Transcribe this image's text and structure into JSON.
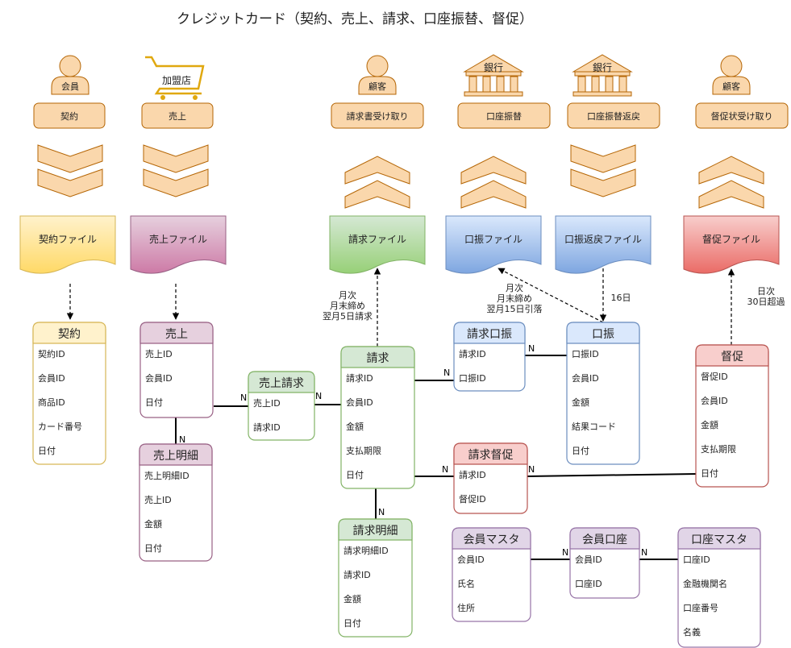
{
  "title": "クレジットカード（契約、売上、請求、口座振替、督促）",
  "actors": {
    "member": "会員",
    "store": "加盟店",
    "customer1": "顧客",
    "bank1": "銀行",
    "bank2": "銀行",
    "customer2": "顧客"
  },
  "processes": {
    "contract": "契約",
    "sales": "売上",
    "billing_receipt": "請求書受け取り",
    "transfer": "口座振替",
    "transfer_return": "口座振替返戻",
    "dunning_receipt": "督促状受け取り"
  },
  "files": {
    "contract": "契約ファイル",
    "sales": "売上ファイル",
    "billing": "請求ファイル",
    "transfer": "口振ファイル",
    "transfer_return": "口振返戻ファイル",
    "dunning": "督促ファイル"
  },
  "notes": {
    "billing": [
      "月次",
      "月末締め",
      "翌月5日請求"
    ],
    "transfer": [
      "月次",
      "月末締め",
      "翌月15日引落"
    ],
    "return": [
      "16日"
    ],
    "dunning": [
      "日次",
      "30日超過"
    ]
  },
  "cardinality": "N",
  "entities": {
    "contract": {
      "name": "契約",
      "fields": [
        "契約ID",
        "会員ID",
        "商品ID",
        "カード番号",
        "日付"
      ]
    },
    "sales": {
      "name": "売上",
      "fields": [
        "売上ID",
        "会員ID",
        "日付"
      ]
    },
    "sales_detail": {
      "name": "売上明細",
      "fields": [
        "売上明細ID",
        "売上ID",
        "金額",
        "日付"
      ]
    },
    "sales_billing": {
      "name": "売上請求",
      "fields": [
        "売上ID",
        "請求ID"
      ]
    },
    "billing": {
      "name": "請求",
      "fields": [
        "請求ID",
        "会員ID",
        "金額",
        "支払期限",
        "日付"
      ]
    },
    "billing_detail": {
      "name": "請求明細",
      "fields": [
        "請求明細ID",
        "請求ID",
        "金額",
        "日付"
      ]
    },
    "billing_transfer": {
      "name": "請求口振",
      "fields": [
        "請求ID",
        "口振ID"
      ]
    },
    "transfer": {
      "name": "口振",
      "fields": [
        "口振ID",
        "会員ID",
        "金額",
        "結果コード",
        "日付"
      ]
    },
    "billing_dunning": {
      "name": "請求督促",
      "fields": [
        "請求ID",
        "督促ID"
      ]
    },
    "dunning": {
      "name": "督促",
      "fields": [
        "督促ID",
        "会員ID",
        "金額",
        "支払期限",
        "日付"
      ]
    },
    "member_master": {
      "name": "会員マスタ",
      "fields": [
        "会員ID",
        "氏名",
        "住所"
      ]
    },
    "member_account": {
      "name": "会員口座",
      "fields": [
        "会員ID",
        "口座ID"
      ]
    },
    "account_master": {
      "name": "口座マスタ",
      "fields": [
        "口座ID",
        "金融機関名",
        "口座番号",
        "名義"
      ]
    }
  }
}
